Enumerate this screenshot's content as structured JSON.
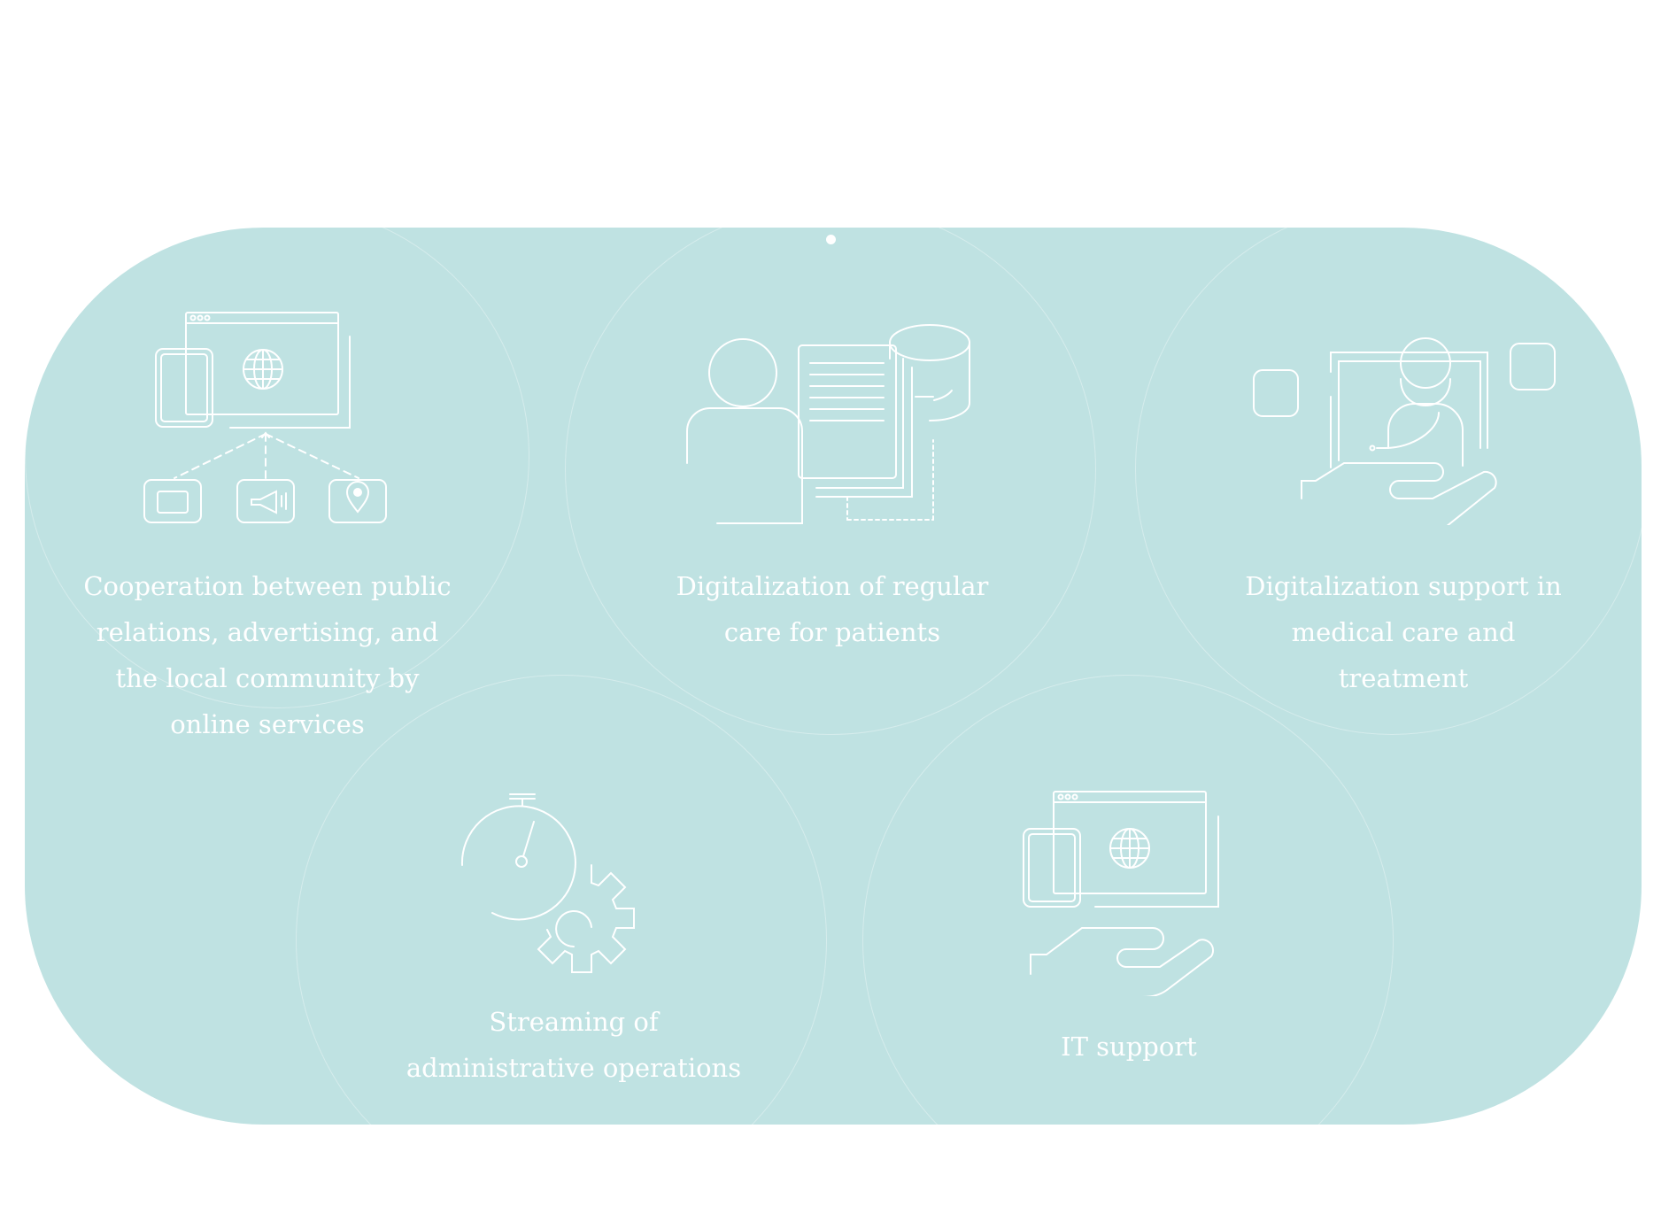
{
  "colors": {
    "panel": "#bfe2e2",
    "line": "#ffffff",
    "text": "#ffffff"
  },
  "services": [
    {
      "icon": "web-community-icon",
      "lines": [
        "Cooperation between public",
        "relations, advertising, and",
        "the local community by",
        "online services"
      ]
    },
    {
      "icon": "patient-records-icon",
      "lines": [
        "Digitalization of regular",
        "care for patients"
      ]
    },
    {
      "icon": "doctor-telemedicine-icon",
      "lines": [
        "Digitalization support in",
        "medical care and",
        "treatment"
      ]
    },
    {
      "icon": "stopwatch-gear-icon",
      "lines": [
        "Streaming of",
        "administrative operations"
      ]
    },
    {
      "icon": "it-support-icon",
      "lines": [
        "IT support"
      ]
    }
  ]
}
